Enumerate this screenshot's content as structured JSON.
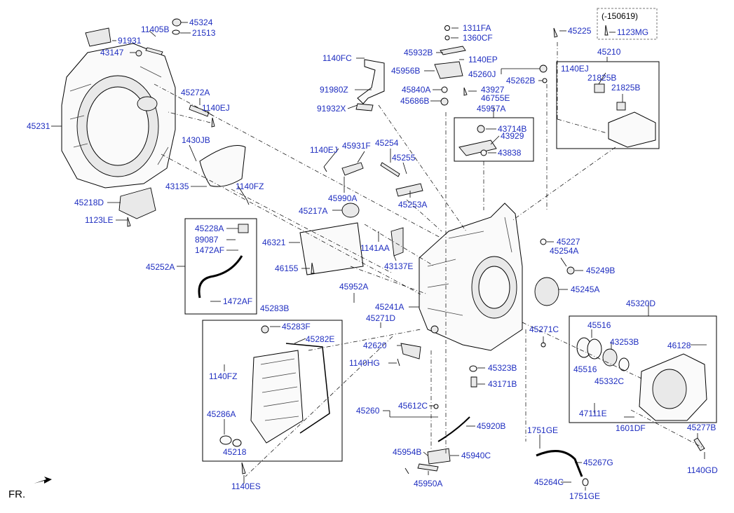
{
  "diagram_labels": {
    "l45324": "45324",
    "l11405B": "11405B",
    "l91931": "91931",
    "l21513": "21513",
    "l43147": "43147",
    "l45231": "45231",
    "l45272A": "45272A",
    "l1140EJ_a": "1140EJ",
    "l1430JB": "1430JB",
    "l43135": "43135",
    "l1140FZ_a": "1140FZ",
    "l45218D": "45218D",
    "l1123LE": "1123LE",
    "l1140FC": "1140FC",
    "l91980Z": "91980Z",
    "l91932X": "91932X",
    "l1311FA": "1311FA",
    "l1360CF": "1360CF",
    "l45932B": "45932B",
    "l1140EP": "1140EP",
    "l45956B": "45956B",
    "l45260J": "45260J",
    "l45262B": "45262B",
    "l45840A": "45840A",
    "l43927": "43927",
    "l46755E": "46755E",
    "l45686B": "45686B",
    "l45957A": "45957A",
    "l43714B": "43714B",
    "l43929": "43929",
    "l43838": "43838",
    "l45225": "45225",
    "l150619": "(-150619)",
    "l1123MG": "1123MG",
    "l45210": "45210",
    "l1140EJ_b": "1140EJ",
    "l21825B_a": "21825B",
    "l21825B_b": "21825B",
    "l1140EJ_c": "1140EJ",
    "l45931F": "45931F",
    "l45254": "45254",
    "l45255": "45255",
    "l45990A": "45990A",
    "l45253A": "45253A",
    "l45217A": "45217A",
    "l46321": "46321",
    "l1141AA": "1141AA",
    "l43137E": "43137E",
    "l46155": "46155",
    "l45228A": "45228A",
    "l89087": "89087",
    "l1472AF_a": "1472AF",
    "l45252A": "45252A",
    "l1472AF_b": "1472AF",
    "l45227": "45227",
    "l45254A": "45254A",
    "l45249B": "45249B",
    "l45245A": "45245A",
    "l45952A": "45952A",
    "l45241A": "45241A",
    "l45271D": "45271D",
    "l45271C": "45271C",
    "l45320D": "45320D",
    "l45516_a": "45516",
    "l43253B": "43253B",
    "l46128": "46128",
    "l45516_b": "45516",
    "l45332C": "45332C",
    "l45283B": "45283B",
    "l45283F": "45283F",
    "l45282E": "45282E",
    "l42620": "42620",
    "l1140HG": "1140HG",
    "l45323B": "45323B",
    "l43171B": "43171B",
    "l1140FZ_b": "1140FZ",
    "l45286A": "45286A",
    "l45218": "45218",
    "l45260": "45260",
    "l45612C": "45612C",
    "l45920B": "45920B",
    "l47111E": "47111E",
    "l1601DF": "1601DF",
    "l45277B": "45277B",
    "l1751GE_a": "1751GE",
    "l45954B": "45954B",
    "l45940C": "45940C",
    "l45267G": "45267G",
    "l45950A": "45950A",
    "l45264C": "45264C",
    "l1751GE_b": "1751GE",
    "l1140GD": "1140GD",
    "l1140ES": "1140ES",
    "fr": "FR."
  },
  "colors": {
    "label": "#1f2ec0",
    "line": "#000000"
  }
}
